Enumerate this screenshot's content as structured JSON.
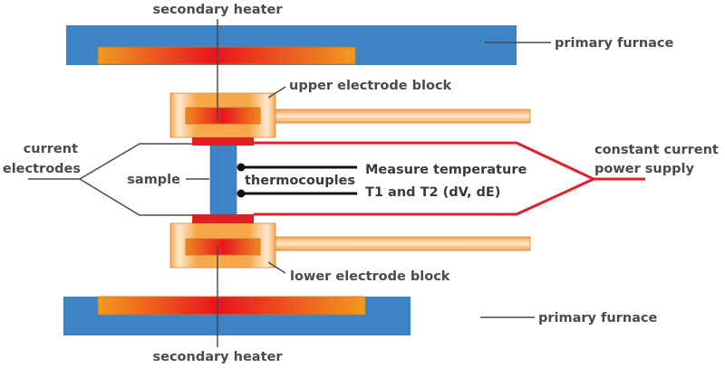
{
  "colors": {
    "furnace": "#3d84c6",
    "heater_hot": "#e8141e",
    "heater_warm": "#f39a1e",
    "electrode_block": "#f7a94a",
    "electrode_highlight": "#fde8cf",
    "contact_pad": "#e31e24",
    "sample": "#3d84c6",
    "current_wire": "#e0202b",
    "thermocouple_wire": "#111111",
    "leader_line": "#4a4a4a",
    "text": "#4a4a4a"
  },
  "labels": {
    "secondary_heater_top": "secondary heater",
    "secondary_heater_bottom": "secondary heater",
    "primary_furnace_top": "primary furnace",
    "primary_furnace_bottom": "primary furnace",
    "upper_electrode_block": "upper electrode block",
    "lower_electrode_block": "lower electrode block",
    "current_electrodes_line1": "current",
    "current_electrodes_line2": "electrodes",
    "sample": "sample",
    "thermocouples": "thermocouples",
    "measure_line1": "Measure temperature",
    "measure_line2": "T1 and T2 (dV, dE)",
    "power_supply_line1": "constant current",
    "power_supply_line2": "power supply"
  }
}
